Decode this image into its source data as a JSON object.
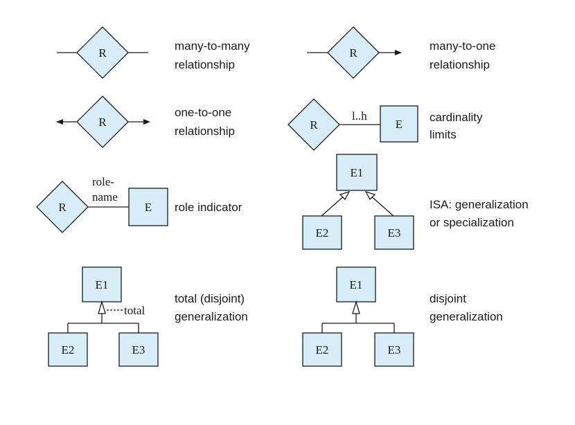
{
  "symbols": {
    "relationship": "R",
    "entity": "E",
    "entity_1": "E1",
    "entity_2": "E2",
    "entity_3": "E3",
    "cardinality": "l..h",
    "role_line1": "role-",
    "role_line2": "name",
    "total": "total"
  },
  "labels": {
    "many_to_many": [
      "many-to-many",
      "relationship"
    ],
    "many_to_one": [
      "many-to-one",
      "relationship"
    ],
    "one_to_one": [
      "one-to-one",
      "relationship"
    ],
    "cardinality_limits": [
      "cardinality",
      "limits"
    ],
    "role_indicator": "role indicator",
    "isa": [
      "ISA: generalization",
      "or specialization"
    ],
    "total_generalization": [
      "total (disjoint)",
      "generalization"
    ],
    "disjoint_generalization": [
      "disjoint",
      "generalization"
    ]
  }
}
